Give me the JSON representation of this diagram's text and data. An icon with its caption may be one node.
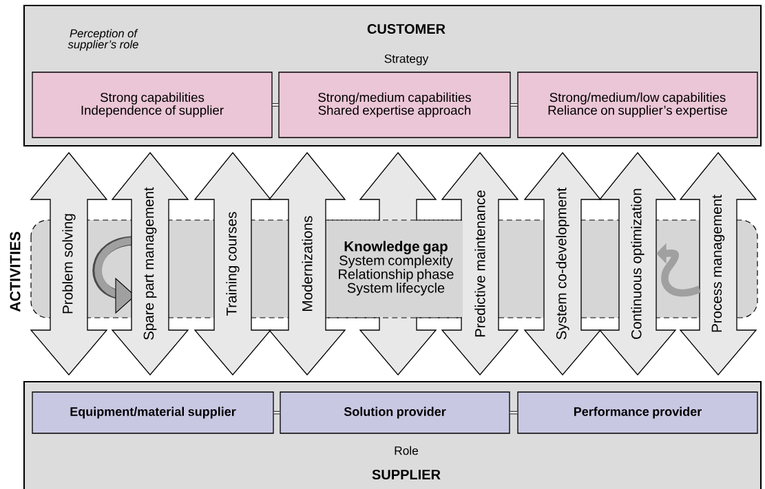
{
  "diagram": {
    "nodes": [
      {
        "text": [
          "Perception of supplier’s role",
          "CUSTOMER",
          "Strategy"
        ]
      },
      {
        "text": [
          "Strong capabilities Independence of supplier"
        ],
        "in": 0
      },
      {
        "text": [
          "Strong/medium capabilities Shared expertise approach"
        ],
        "in": 0
      },
      {
        "text": [
          "Strong/medium/low capabilities Reliance on supplier’s expertise"
        ],
        "in": 0
      },
      {
        "text": [
          "Role",
          "SUPPLIER"
        ]
      },
      {
        "text": [
          "Equipment/material supplier"
        ],
        "in": 4
      },
      {
        "text": [
          "Solution provider"
        ],
        "in": 4
      },
      {
        "text": [
          "Performance provider"
        ],
        "in": 4
      },
      {
        "text": [
          "Knowledge gap",
          "System complexity Relationship phase System lifecycle"
        ]
      },
      {
        "text": [
          "Problem solving"
        ]
      },
      {
        "text": [
          "Spare part management"
        ]
      },
      {
        "text": [
          "Training courses"
        ]
      },
      {
        "text": [
          "Modernizations"
        ]
      },
      {
        "text": [],
        "shape": "double-arrow"
      },
      {
        "text": [
          "Predictive maintenance"
        ]
      },
      {
        "text": [
          "System co-development"
        ]
      },
      {
        "text": [
          "Continuous optimization"
        ]
      },
      {
        "text": [
          "Process management"
        ]
      }
    ],
    "edges": [
      {
        "from": 1,
        "to": 2,
        "arrow": "none"
      },
      {
        "from": 2,
        "to": 3,
        "arrow": "none"
      },
      {
        "from": 5,
        "to": 6,
        "arrow": "none"
      },
      {
        "from": 6,
        "to": 7,
        "arrow": "none"
      },
      {
        "from": 17,
        "to": 16,
        "arrow": "to",
        "style": "thick",
        "color": "#a0a0a0"
      }
    ],
    "labels": [
      "ACTIVITIES"
    ]
  }
}
